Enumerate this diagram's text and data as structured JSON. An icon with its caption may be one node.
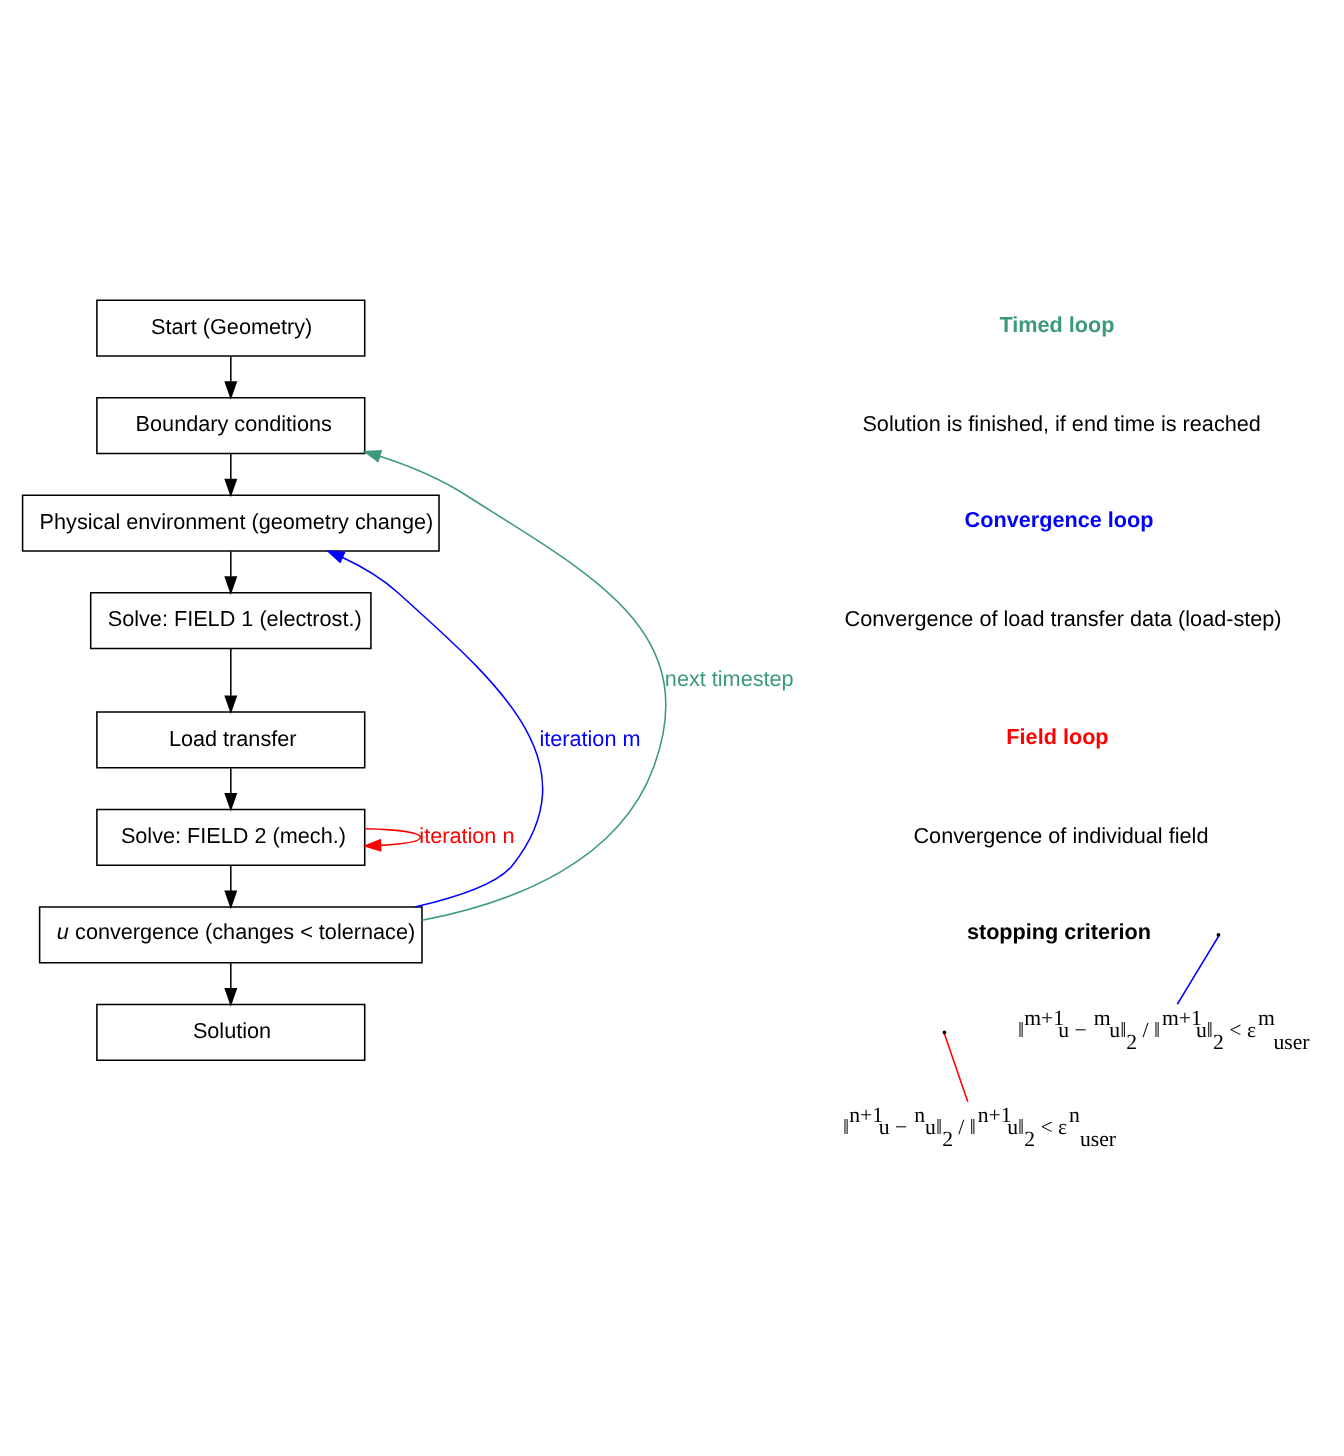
{
  "diagram": {
    "nodes": [
      {
        "text": [
          "Start (Geometry)"
        ]
      },
      {
        "text": [
          "Boundary conditions"
        ]
      },
      {
        "text": [
          "Physical environment (geometry change)"
        ]
      },
      {
        "text": [
          "Solve: FIELD 1 (electrost.)"
        ]
      },
      {
        "text": [
          "Load transfer"
        ]
      },
      {
        "text": [
          "Solve: FIELD 2 (mech.)"
        ]
      },
      {
        "text": [
          "*u* convergence (changes < tolernace)"
        ]
      },
      {
        "text": [
          "Solution"
        ]
      },
      {
        "text": [
          "‖$^{m+1}$u − $^{m}$u‖$_{2}$ / ‖$^{m+1}$u‖$_{2}$ < ε$^{m}$$_{user}$"
        ]
      },
      {
        "text": [
          "‖$^{n+1}$u − $^{n}$u‖$_{2}$ / ‖$^{n+1}$u‖$_{2}$ < ε$^{n}$$_{user}$"
        ]
      }
    ],
    "edges": [
      {
        "from": 0,
        "to": 1,
        "arrow": "to"
      },
      {
        "from": 1,
        "to": 2,
        "arrow": "to"
      },
      {
        "from": 2,
        "to": 3,
        "arrow": "to"
      },
      {
        "from": 3,
        "to": 4,
        "arrow": "to"
      },
      {
        "from": 4,
        "to": 5,
        "arrow": "to"
      },
      {
        "from": 5,
        "to": 6,
        "arrow": "to"
      },
      {
        "from": 6,
        "to": 7,
        "arrow": "to"
      },
      {
        "from": 5,
        "to": 5,
        "arrow": "to",
        "label": "iteration n",
        "color": "#ff0000"
      },
      {
        "from": 6,
        "to": 2,
        "arrow": "to",
        "label": "iteration m",
        "color": "#0000ff"
      },
      {
        "from": 6,
        "to": 1,
        "arrow": "to",
        "label": "next timestep",
        "color": "#3c9a78"
      },
      {
        "from": null,
        "to": 8,
        "arrow": "none",
        "color": "#0000ff"
      },
      {
        "from": null,
        "to": 9,
        "arrow": "none",
        "color": "#ff0000"
      }
    ],
    "labels": [
      "Timed loop",
      "Solution is finished, if end time is reached",
      "Convergence loop",
      "Convergence of load transfer data (load-step)",
      "Field loop",
      "Convergence of individual field",
      "stopping criterion"
    ]
  }
}
